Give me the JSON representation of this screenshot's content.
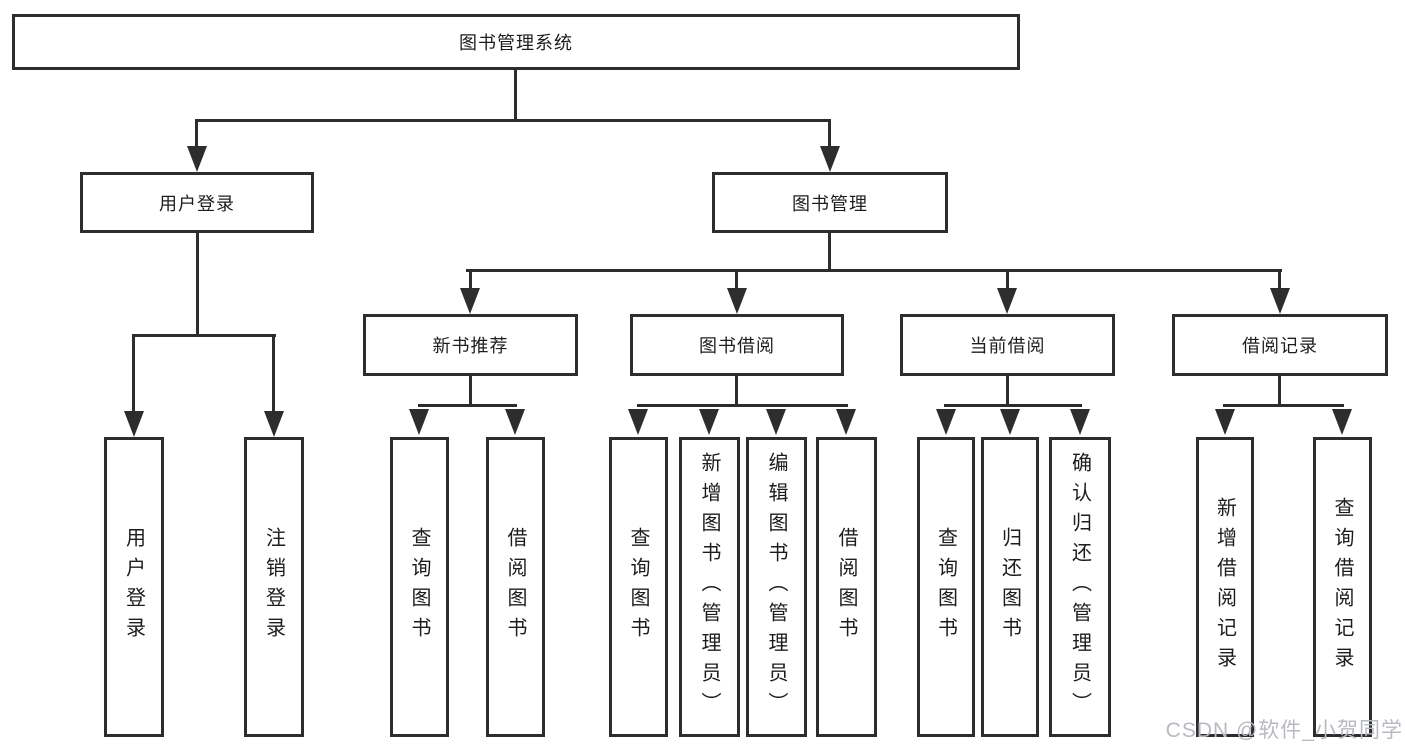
{
  "tree": {
    "root": {
      "label": "图书管理系统"
    },
    "user_login": {
      "label": "用户登录",
      "leaves": [
        {
          "label": "用户登录"
        },
        {
          "label": "注销登录"
        }
      ]
    },
    "book_mgmt": {
      "label": "图书管理",
      "sections": [
        {
          "label": "新书推荐",
          "leaves": [
            {
              "label": "查询图书"
            },
            {
              "label": "借阅图书"
            }
          ]
        },
        {
          "label": "图书借阅",
          "leaves": [
            {
              "label": "查询图书"
            },
            {
              "label": "新增图书（管理员）"
            },
            {
              "label": "编辑图书（管理员）"
            },
            {
              "label": "借阅图书"
            }
          ]
        },
        {
          "label": "当前借阅",
          "leaves": [
            {
              "label": "查询图书"
            },
            {
              "label": "归还图书"
            },
            {
              "label": "确认归还（管理员）"
            }
          ]
        },
        {
          "label": "借阅记录",
          "leaves": [
            {
              "label": "新增借阅记录"
            },
            {
              "label": "查询借阅记录"
            }
          ]
        }
      ]
    }
  },
  "watermark": {
    "text": "CSDN @软件_小贺同学"
  },
  "colors": {
    "line": "#2d2d2d",
    "text": "#1d1d1d",
    "background": "#ffffff",
    "watermark": "#b7bac1"
  }
}
